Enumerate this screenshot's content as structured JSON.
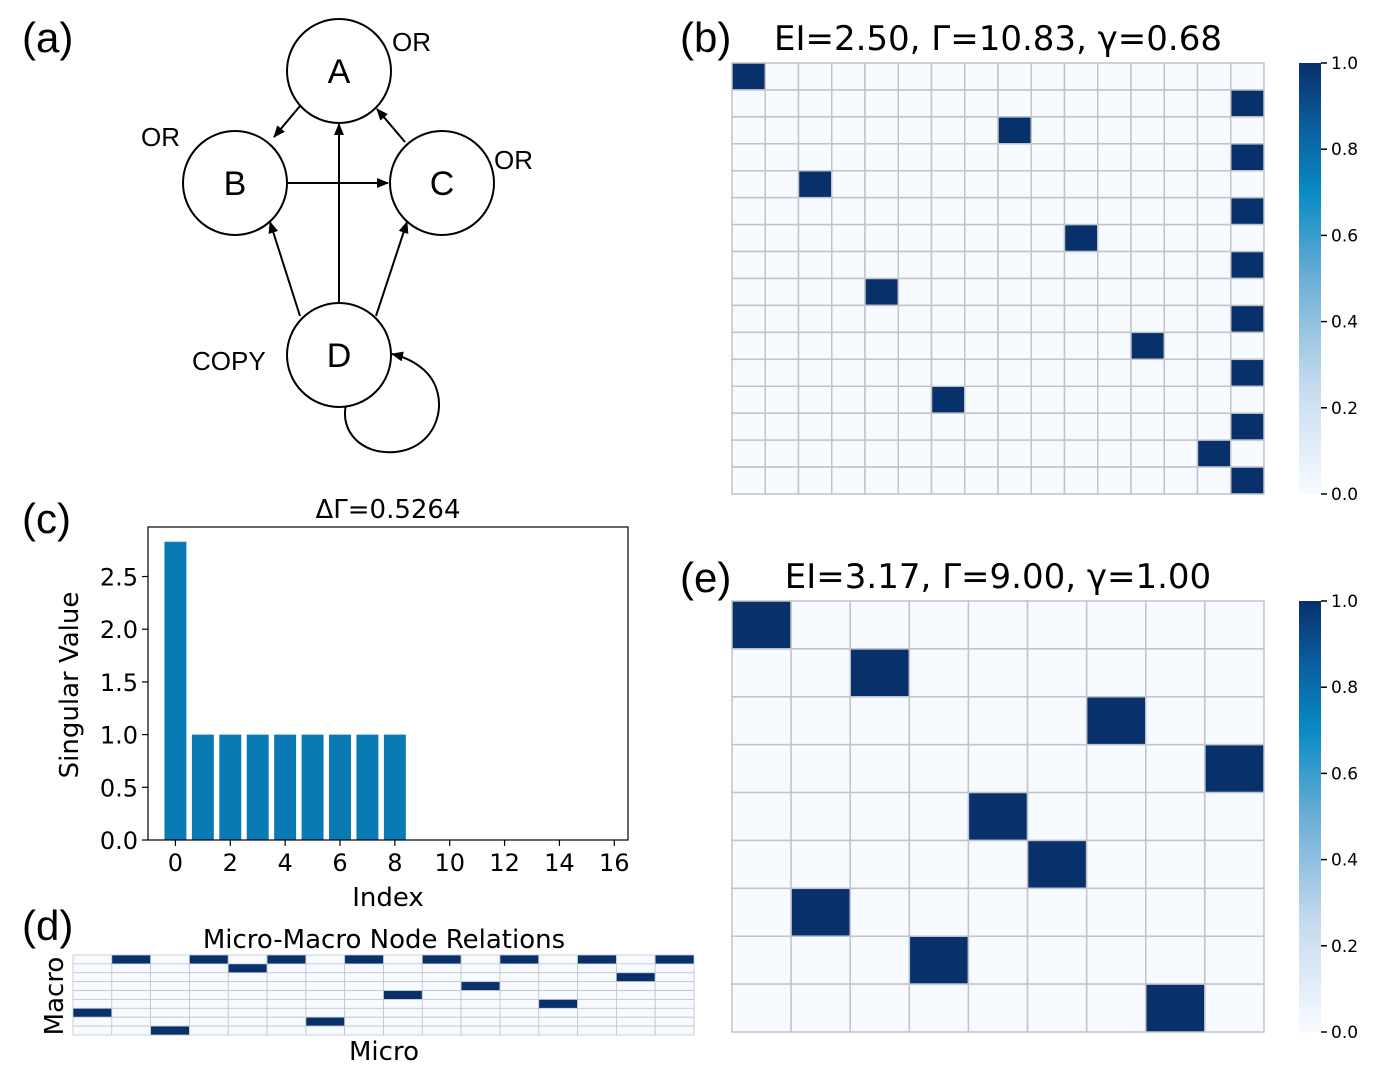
{
  "panels": {
    "a": {
      "label": "(a)"
    },
    "b": {
      "label": "(b)"
    },
    "c": {
      "label": "(c)"
    },
    "d": {
      "label": "(d)"
    },
    "e": {
      "label": "(e)"
    }
  },
  "graph": {
    "nodes": [
      {
        "id": "A",
        "gate": "OR"
      },
      {
        "id": "B",
        "gate": "OR"
      },
      {
        "id": "C",
        "gate": "OR"
      },
      {
        "id": "D",
        "gate": "COPY"
      }
    ],
    "edges": [
      [
        "A",
        "B"
      ],
      [
        "B",
        "C"
      ],
      [
        "C",
        "A"
      ],
      [
        "D",
        "A"
      ],
      [
        "D",
        "B"
      ],
      [
        "D",
        "C"
      ],
      [
        "D",
        "D"
      ]
    ]
  },
  "chart_data": [
    {
      "panel": "b",
      "type": "heatmap",
      "title": "EI=2.50, Γ=10.83, γ=0.68",
      "rows": 16,
      "cols": 16,
      "filled_cells": [
        [
          0,
          0
        ],
        [
          1,
          15
        ],
        [
          2,
          8
        ],
        [
          3,
          15
        ],
        [
          4,
          2
        ],
        [
          5,
          15
        ],
        [
          6,
          10
        ],
        [
          7,
          15
        ],
        [
          8,
          4
        ],
        [
          9,
          15
        ],
        [
          10,
          12
        ],
        [
          11,
          15
        ],
        [
          12,
          6
        ],
        [
          13,
          15
        ],
        [
          14,
          14
        ],
        [
          15,
          15
        ]
      ],
      "colorbar": {
        "ticks": [
          "0.0",
          "0.2",
          "0.4",
          "0.6",
          "0.8",
          "1.0"
        ],
        "range": [
          0,
          1
        ]
      }
    },
    {
      "panel": "c",
      "type": "bar",
      "title": "ΔΓ=0.5264",
      "xlabel": "Index",
      "ylabel": "Singular Value",
      "categories": [
        0,
        1,
        2,
        3,
        4,
        5,
        6,
        7,
        8,
        9,
        10,
        11,
        12,
        13,
        14,
        15,
        16
      ],
      "values": [
        2.83,
        1,
        1,
        1,
        1,
        1,
        1,
        1,
        1,
        0,
        0,
        0,
        0,
        0,
        0,
        0,
        0
      ],
      "xticks": [
        "0",
        "2",
        "4",
        "6",
        "8",
        "10",
        "12",
        "14",
        "16"
      ],
      "yticks": [
        "0.0",
        "0.5",
        "1.0",
        "1.5",
        "2.0",
        "2.5"
      ],
      "xlim": [
        -1,
        16.5
      ],
      "ylim": [
        0,
        2.97
      ]
    },
    {
      "panel": "d",
      "type": "heatmap",
      "title": "Micro-Macro Node Relations",
      "xlabel": "Micro",
      "ylabel": "Macro",
      "rows": 9,
      "cols": 16,
      "filled_cells": [
        [
          0,
          1
        ],
        [
          0,
          3
        ],
        [
          0,
          5
        ],
        [
          0,
          7
        ],
        [
          0,
          9
        ],
        [
          0,
          11
        ],
        [
          0,
          13
        ],
        [
          0,
          15
        ],
        [
          1,
          4
        ],
        [
          2,
          14
        ],
        [
          3,
          10
        ],
        [
          4,
          8
        ],
        [
          5,
          12
        ],
        [
          6,
          0
        ],
        [
          7,
          6
        ],
        [
          8,
          2
        ]
      ]
    },
    {
      "panel": "e",
      "type": "heatmap",
      "title": "EI=3.17, Γ=9.00, γ=1.00",
      "rows": 9,
      "cols": 9,
      "filled_cells": [
        [
          0,
          0
        ],
        [
          1,
          2
        ],
        [
          2,
          6
        ],
        [
          3,
          8
        ],
        [
          4,
          4
        ],
        [
          5,
          5
        ],
        [
          6,
          1
        ],
        [
          7,
          3
        ],
        [
          8,
          7
        ]
      ],
      "colorbar": {
        "ticks": [
          "0.0",
          "0.2",
          "0.4",
          "0.6",
          "0.8",
          "1.0"
        ],
        "range": [
          0,
          1
        ]
      }
    }
  ],
  "colors": {
    "filled": "#08306b",
    "empty": "#f7fbff",
    "grid": "#c0c4c8",
    "bar": "#0a7ab5"
  }
}
